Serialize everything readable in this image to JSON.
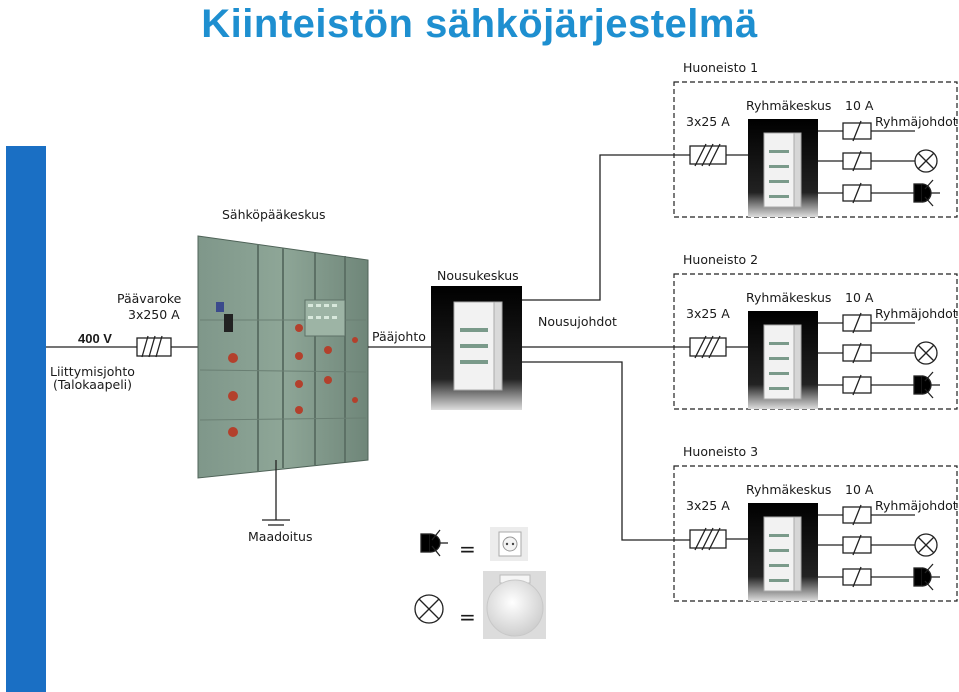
{
  "title": "Kiinteistön sähköjärjestelmä",
  "labels": {
    "voltage": "400 V",
    "main_fuse": "Päävaroke",
    "main_fuse_rating": "3x250 A",
    "service_cable_1": "Liittymisjohto",
    "service_cable_2": "(Talokaapeli)",
    "main_switchboard": "Sähköpääkeskus",
    "main_line": "Pääjohto",
    "riser_board": "Nousukeskus",
    "riser_lines": "Nousujohdot",
    "earthing": "Maadoitus"
  },
  "apartments": [
    {
      "name": "Huoneisto 1",
      "fuse": "3x25 A",
      "board": "Ryhmäkeskus",
      "group_fuse": "10 A",
      "circuits": "Ryhmäjohdot"
    },
    {
      "name": "Huoneisto 2",
      "fuse": "3x25 A",
      "board": "Ryhmäkeskus",
      "group_fuse": "10 A",
      "circuits": "Ryhmäjohdot"
    },
    {
      "name": "Huoneisto 3",
      "fuse": "3x25 A",
      "board": "Ryhmäkeskus",
      "group_fuse": "10 A",
      "circuits": "Ryhmäjohdot"
    }
  ],
  "legend": [
    {
      "symbol": "socket-symbol",
      "equals": "="
    },
    {
      "symbol": "lamp-symbol",
      "equals": "="
    }
  ]
}
